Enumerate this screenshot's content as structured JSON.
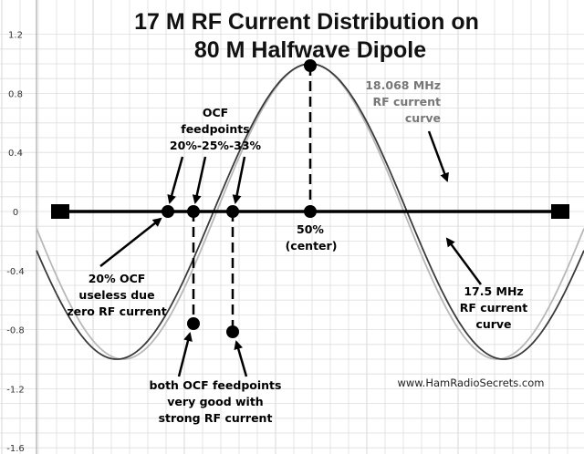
{
  "chart_data": {
    "type": "line",
    "title_line1": "17 M RF Current Distribution on",
    "title_line2": "80 M Halfwave Dipole",
    "y_ticks": [
      "1.2",
      "0.8",
      "0.4",
      "0",
      "-0.4",
      "-0.8",
      "-1.2",
      "-1.6"
    ],
    "ylim": [
      -1.6,
      1.3
    ],
    "grid": true,
    "series": [
      {
        "name": "17.5 MHz RF current curve",
        "color": "#3a3a3a",
        "amplitude": 1
      },
      {
        "name": "18.068 MHz RF current curve",
        "color": "#b8b8b8",
        "amplitude": 1
      }
    ],
    "feedpoints": [
      {
        "label": "20%",
        "curve_value": 0
      },
      {
        "label": "25%",
        "curve_value": -0.75
      },
      {
        "label": "33%",
        "curve_value": -0.81
      },
      {
        "label": "50%",
        "curve_value": 1.0
      }
    ]
  },
  "annotations": {
    "ocf_line1": "OCF",
    "ocf_line2": "feedpoints",
    "ocf_line3": "20%-25%-33%",
    "center_line1": "50%",
    "center_line2": "(center)",
    "useless_line1": "20% OCF",
    "useless_line2": "useless due",
    "useless_line3": "zero RF current",
    "good_line1": "both OCF feedpoints",
    "good_line2": "very good with",
    "good_line3": "strong RF current",
    "curve18_line1": "18.068 MHz",
    "curve18_line2": "RF current",
    "curve18_line3": "curve",
    "curve17_line1": "17.5 MHz",
    "curve17_line2": "RF current",
    "curve17_line3": "curve",
    "credit": "www.HamRadioSecrets.com"
  },
  "colors": {
    "grid": "#dedede",
    "axis": "#000000",
    "curve_17": "#3a3a3a",
    "curve_18": "#b8b8b8"
  }
}
